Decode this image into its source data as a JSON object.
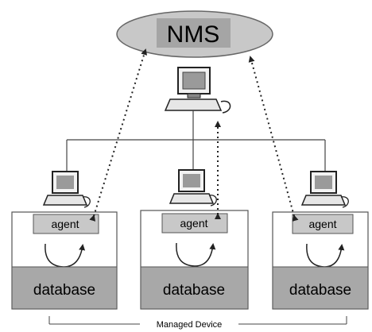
{
  "nms": {
    "label": "NMS"
  },
  "devices": [
    {
      "agent": "agent",
      "database": "database"
    },
    {
      "agent": "agent",
      "database": "database"
    },
    {
      "agent": "agent",
      "database": "database"
    }
  ],
  "caption": "Managed Device",
  "colors": {
    "ellipse": "#c8c8c8",
    "nms_box": "#a5a5a5",
    "agent_box": "#c8c8c8",
    "database_fill": "#a8a8a8",
    "line": "#444444"
  }
}
